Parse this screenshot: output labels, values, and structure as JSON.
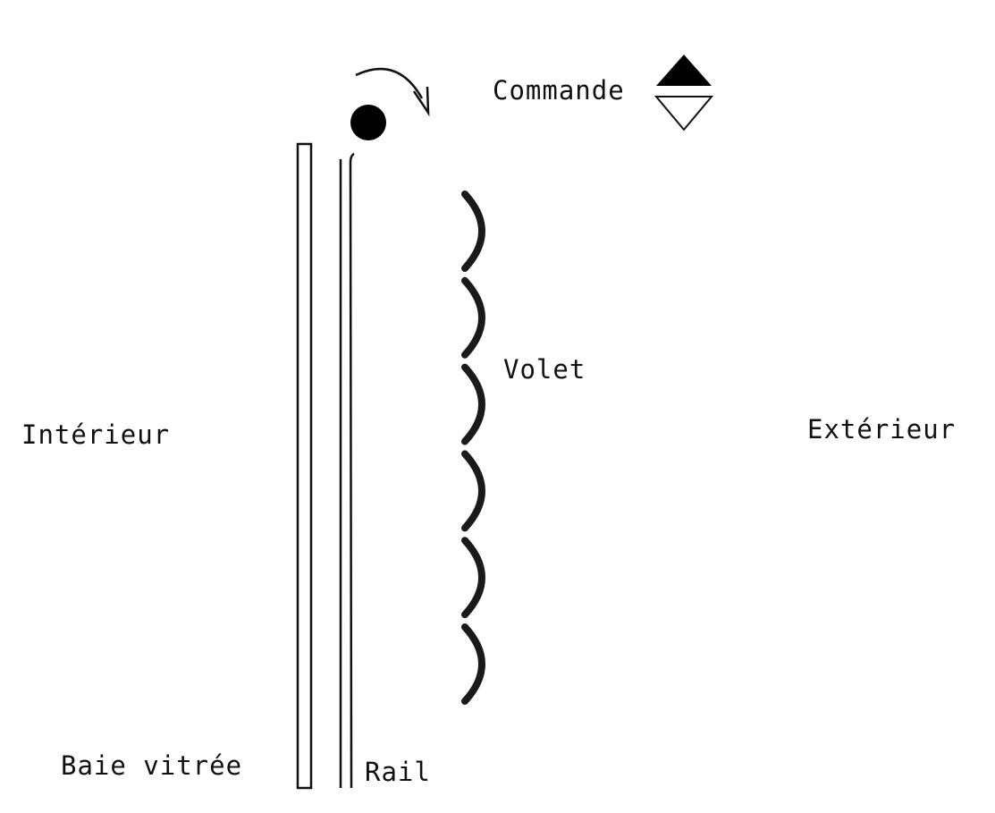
{
  "labels": {
    "command": "Commande",
    "shutter": "Volet",
    "interior": "Intérieur",
    "exterior": "Extérieur",
    "window": "Baie vitrée",
    "rail": "Rail"
  },
  "slat_count": 6,
  "colors": {
    "ink": "#111111",
    "background": "#ffffff"
  }
}
